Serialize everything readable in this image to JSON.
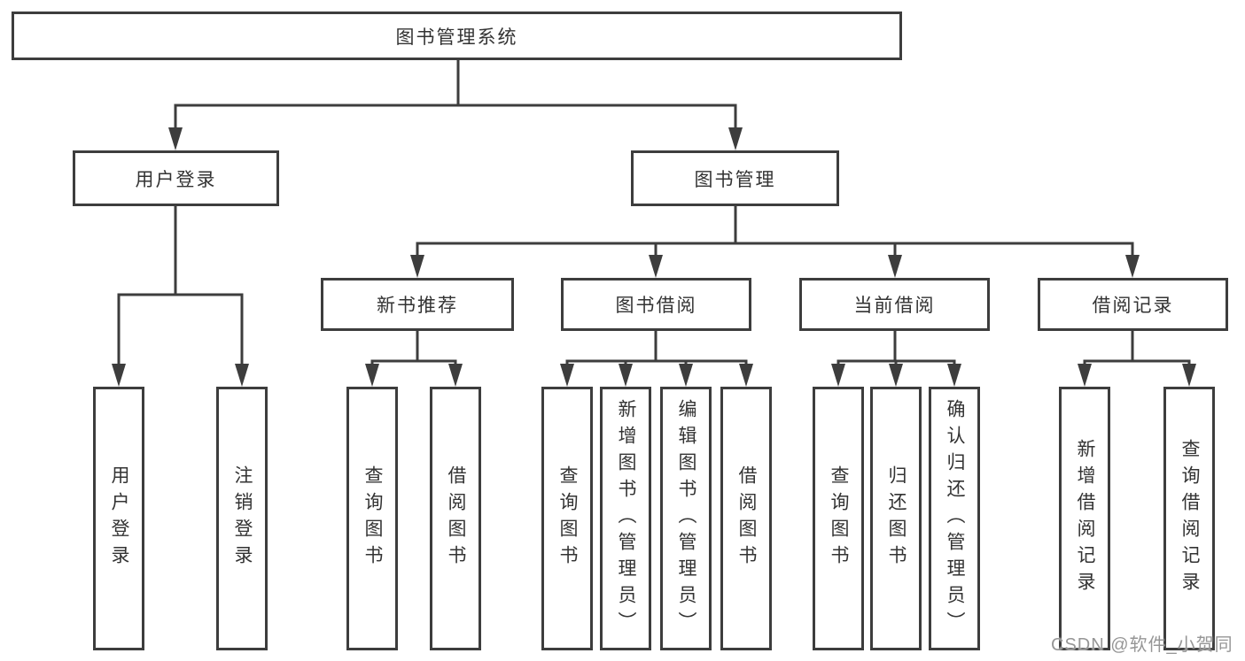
{
  "nodes": {
    "root": "图书管理系统",
    "user_login": "用户登录",
    "book_mgmt": "图书管理",
    "new_book": "新书推荐",
    "book_borrow": "图书借阅",
    "current_borrow": "当前借阅",
    "borrow_records": "借阅记录",
    "leaf_user_login": "用户登录",
    "leaf_logout": "注销登录",
    "leaf_nb_query": "查询图书",
    "leaf_nb_borrow": "借阅图书",
    "leaf_bb_query": "查询图书",
    "leaf_bb_add": "新增图书（管理员）",
    "leaf_bb_edit": "编辑图书（管理员）",
    "leaf_bb_borrow": "借阅图书",
    "leaf_cb_query": "查询图书",
    "leaf_cb_return": "归还图书",
    "leaf_cb_confirm": "确认归还（管理员）",
    "leaf_br_add": "新增借阅记录",
    "leaf_br_query": "查询借阅记录"
  },
  "watermark": {
    "text": "CSDN @软件_小贺同学"
  },
  "line_color": "#3d3d3d"
}
